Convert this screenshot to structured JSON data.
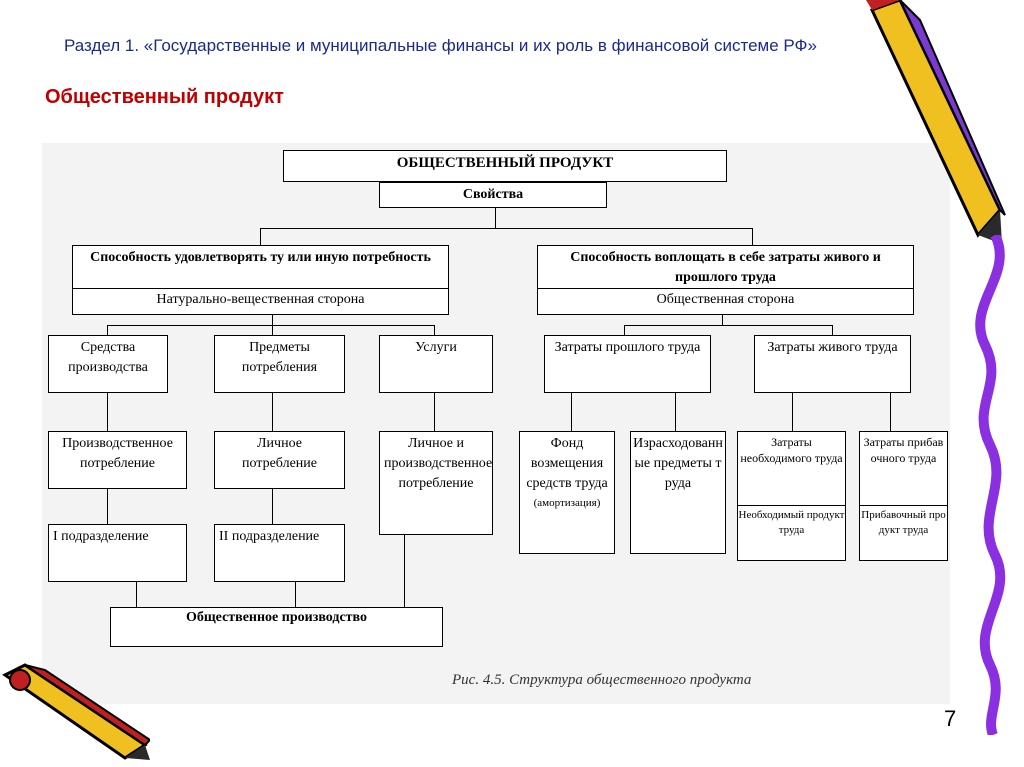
{
  "header": {
    "section_title": "Раздел 1. «Государственные и муниципальные финансы и их роль в финансовой системе РФ»",
    "slide_heading": "Общественный продукт"
  },
  "diagram": {
    "root": "ОБЩЕСТВЕННЫЙ ПРОДУКТ",
    "properties": "Свойства",
    "left_branch": {
      "title": "Способность удовлетворять ту или иную потребность",
      "side": "Натурально-вещественная сторона",
      "children": [
        {
          "label": "Средства производства",
          "consumption": "Производственное потребление",
          "division": "I подразделение"
        },
        {
          "label": "Предметы потребления",
          "consumption": "Личное потребление",
          "division": "II подразделение"
        },
        {
          "label": "Услуги",
          "consumption": "Личное и производственное потребление"
        }
      ],
      "production": "Общественное производство"
    },
    "right_branch": {
      "title": "Способность воплощать в себе затраты живого и прошлого труда",
      "side": "Общественная сторона",
      "past_labor": {
        "label": "Затраты прошлого труда",
        "fund": "Фонд возмещения средств труда",
        "fund_note": "(амортизация)",
        "spent": "Израсходованные предметы труда"
      },
      "living_labor": {
        "label": "Затраты живого труда",
        "necessary": "Затраты необходимого труда",
        "necessary_product": "Необходимый продукт труда",
        "surplus": "Затраты прибавочного труда",
        "surplus_product": "Прибавочный продукт труда"
      }
    },
    "caption": "Рис. 4.5. Структура общественного продукта"
  },
  "page_number": "7",
  "decorations": [
    "pencil-icon",
    "pencil-icon",
    "purple-ribbon"
  ],
  "colors": {
    "section_title": "#1a2a8a",
    "heading": "#c00000",
    "ribbon": "#8b30e0",
    "pencil": "#f0c020"
  }
}
